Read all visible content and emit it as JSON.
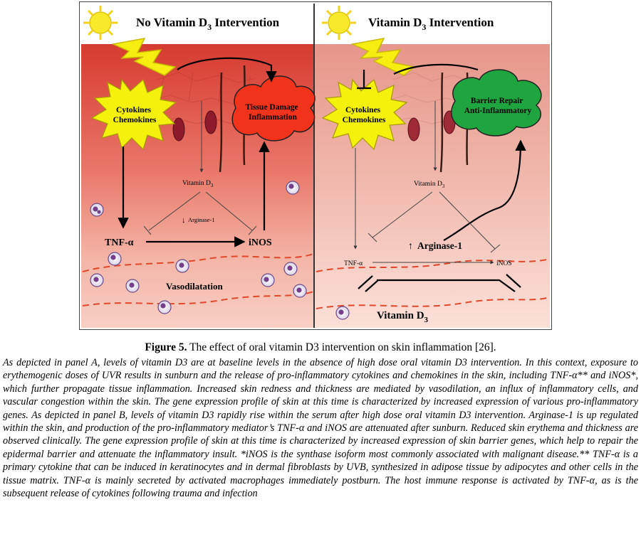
{
  "panels": {
    "left": {
      "title": "No Vitamin D",
      "title_sub": "3",
      "title_suffix": " Intervention",
      "labels": {
        "cytokines_line1": "Cytokines",
        "cytokines_line2": "Chemokines",
        "tissue_line1": "Tissue  Damage",
        "tissue_line2": "Inflammation",
        "vitamin": "Vitamin D",
        "vitamin_sub": "3",
        "arginase": "Arginase-1",
        "arginase_arrow": "↓",
        "tnf": "TNF-α",
        "inos": "iNOS",
        "vasodilatation": "Vasodilatation"
      }
    },
    "right": {
      "title": "Vitamin D",
      "title_sub": "3",
      "title_suffix": " Intervention",
      "labels": {
        "cytokines_line1": "Cytokines",
        "cytokines_line2": "Chemokines",
        "barrier_line1": "Barrier Repair",
        "barrier_line2": "Anti-Inflammatory",
        "vitamin": "Vitamin D",
        "vitamin_sub": "3",
        "arginase": "Arginase-1",
        "arginase_arrow": "↑",
        "tnf": "TNF-α",
        "inos": "iNOS",
        "vitamin_bottom": "Vitamin D",
        "vitamin_bottom_sub": "3"
      }
    }
  },
  "caption": {
    "label": "Figure 5.",
    "title": " The effect of oral vitamin D3 intervention on skin inflammation [26].",
    "body": "As depicted in panel A, levels of vitamin D3 are at baseline levels in the absence of high dose oral vitamin D3 intervention. In this context, exposure to erythemogenic doses of UVR results in sunburn and the release of pro-inflammatory cytokines and chemokines in the skin, including TNF-α** and iNOS*, which further propagate tissue inflammation. Increased skin redness and thickness are mediated by vasodilation, an influx of inflammatory cells, and vascular congestion within the skin. The gene expression profile of skin at this time is characterized by increased expression of various pro-inflammatory genes. As depicted in panel B, levels of vitamin D3 rapidly rise within the serum after high dose oral vitamin D3 intervention. Arginase-1 is up regulated within the skin, and production of the pro-inflammatory mediator’s TNF-α and iNOS are attenuated after sunburn. Reduced skin erythema and thickness are observed clinically. The gene expression profile of skin at this time is characterized by increased expression of skin barrier genes, which help to repair the epidermal barrier and attenuate the inflammatory insult. *iNOS is the synthase isoform most commonly associated with malignant disease.** TNF-α is a primary cytokine that can be induced in keratinocytes and in dermal fibroblasts by UVB, synthesized in adipose tissue by adipocytes and other cells in the tissue matrix. TNF-α is mainly secreted by activated macrophages immediately postburn. The host immune response is activated by TNF-α, as is the subsequent release of cytokines following trauma and infection"
  },
  "colors": {
    "left_bg_top": "#d9473a",
    "left_bg_bottom": "#f6c4b8",
    "right_bg_top": "#e9a393",
    "right_bg_bottom": "#fbe1d8",
    "sun": "#f8ea2a",
    "burst": "#f4f10c",
    "tissue_cloud": "#f2331c",
    "barrier_cloud": "#1fa53f",
    "vessel_line": "#e0482c",
    "cell": "#7a3b8f"
  }
}
